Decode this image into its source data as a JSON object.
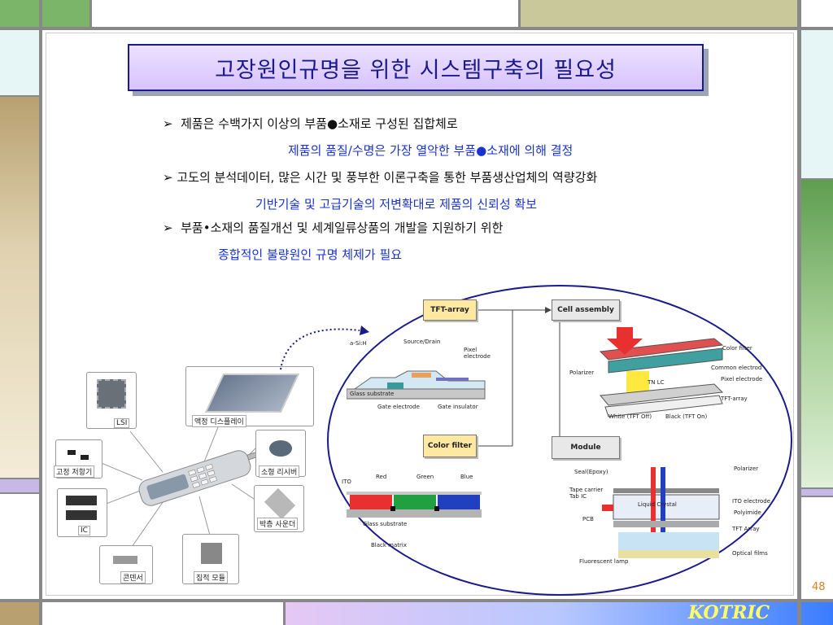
{
  "slide": {
    "title": "고장원인규명을 위한 시스템구축의 필요성",
    "page_number": "48",
    "brand": "KOTRIC"
  },
  "bullets": [
    {
      "main": "제품은 수백가지 이상의 부품●소재로 구성된 집합체로",
      "sub": "제품의 품질/수명은 가장 열악한 부품●소재에 의해 결정"
    },
    {
      "main": "고도의 분석데이터, 많은 시간 및 풍부한 이론구축을 통한 부품생산업체의 역량강화",
      "sub": "기반기술 및 고급기술의 저변확대로 제품의 신뢰성 확보"
    },
    {
      "main": "부품•소재의 품질개선 및 세계일류상품의 개발을 지원하기 위한",
      "sub": "종합적인 불량원인 규명 체제가 필요"
    }
  ],
  "bullet_symbol": "➢",
  "phone_diagram": {
    "labels": {
      "lsi": "LSI",
      "lcd": "액정 디스플레이",
      "resistor": "고정 저항기",
      "receiver": "소형 리시버",
      "ic": "IC",
      "speaker": "박층 사운더",
      "capacitor": "콘덴서",
      "module": "집적 모듈"
    }
  },
  "lcd_diagram": {
    "flow": {
      "tft_array": "TFT-array",
      "cell_assembly": "Cell assembly",
      "color_filter": "Color filter",
      "module": "Module"
    },
    "tft_labels": {
      "asih": "a-Si:H",
      "source_drain": "Source/Drain",
      "pixel_electrode": "Pixel electrode",
      "glass_substrate": "Glass substrate",
      "gate_electrode": "Gate electrode",
      "gate_insulator": "Gate insulator"
    },
    "cell_labels": {
      "color_filter": "Color filter",
      "common_electrode": "Common electrod",
      "pixel_electrode": "Pixel electrode",
      "polarizer": "Polarizer",
      "tn_lc": "TN LC",
      "tft_array": "TFT-array",
      "white": "White (TFT Off)",
      "black": "Black (TFT On)"
    },
    "cf_labels": {
      "ito": "ITO",
      "red": "Red",
      "green": "Green",
      "blue": "Blue",
      "glass_substrate": "Glass substrate",
      "black_matrix": "Black matrix"
    },
    "module_labels": {
      "seal": "Seal(Epoxy)",
      "tape_carrier": "Tape carrier",
      "tab_ic": "Tab IC",
      "pcb": "PCB",
      "polarizer": "Polarizer",
      "ito_electrode": "ITO electrode",
      "liquid_crystal": "Liquid Crystal",
      "polyimide": "Polyimide",
      "tft_array": "TFT Array",
      "optical_films": "Optical films",
      "fluorescent_lamp": "Fluorescent lamp"
    }
  },
  "colors": {
    "title_text": "#1a1a8c",
    "sub_text": "#1a33cc",
    "olive_block": "#c8c89a",
    "green_block": "#7ab56a",
    "tan_block": "#b8a070",
    "lavender_block": "#c8b8e8",
    "ellipse_border": "#1a1a8c",
    "brand_text": "#ffff66"
  }
}
